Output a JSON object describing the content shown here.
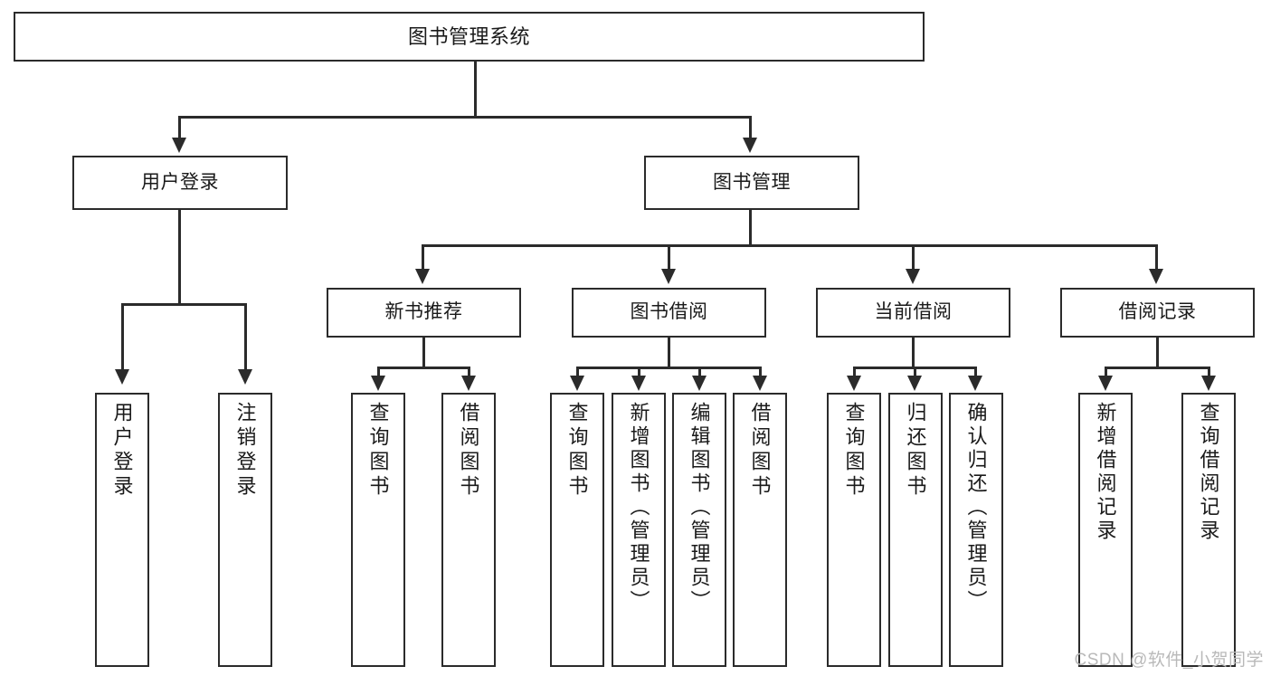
{
  "diagram": {
    "type": "tree",
    "title": "图书管理系统",
    "watermark": "CSDN @软件_小贺同学",
    "root": {
      "label": "图书管理系统"
    },
    "level2": [
      {
        "label": "用户登录"
      },
      {
        "label": "图书管理"
      }
    ],
    "level3": [
      {
        "label": "新书推荐"
      },
      {
        "label": "图书借阅"
      },
      {
        "label": "当前借阅"
      },
      {
        "label": "借阅记录"
      }
    ],
    "leaves": {
      "user_login": [
        {
          "label": "用户登录"
        },
        {
          "label": "注销登录"
        }
      ],
      "new_book_recommend": [
        {
          "label": "查询图书"
        },
        {
          "label": "借阅图书"
        }
      ],
      "book_borrow": [
        {
          "label": "查询图书"
        },
        {
          "label": "新增图书（管理员）"
        },
        {
          "label": "编辑图书（管理员）"
        },
        {
          "label": "借阅图书"
        }
      ],
      "current_borrow": [
        {
          "label": "查询图书"
        },
        {
          "label": "归还图书"
        },
        {
          "label": "确认归还（管理员）"
        }
      ],
      "borrow_records": [
        {
          "label": "新增借阅记录"
        },
        {
          "label": "查询借阅记录"
        }
      ]
    },
    "colors": {
      "background": "#ffffff",
      "stroke": "#2b2b2b",
      "text": "#1a1a1a",
      "watermark": "#b9b9b9"
    }
  }
}
